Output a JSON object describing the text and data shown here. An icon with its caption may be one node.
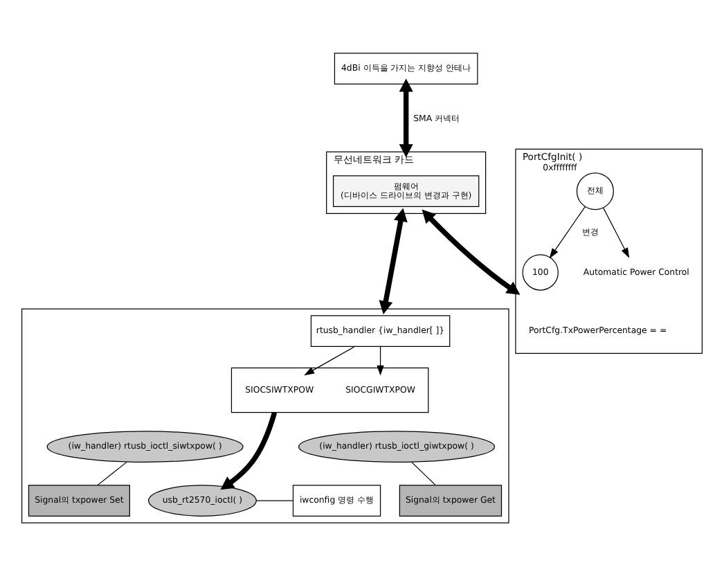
{
  "diagram": {
    "nodes": [
      {
        "text": [
          "4dBi 이득을 가지는 지향성 안테나"
        ]
      },
      {
        "text": [
          "무선네트워크 카드"
        ]
      },
      {
        "text": [
          "펌웨어",
          "(디바이스 드라이브의 변경과 구현)"
        ],
        "in": 1
      },
      {
        "text": [
          "PortCfgInit( )"
        ]
      },
      {
        "text": [
          "PortCfg.TxPowerPercentage = ="
        ],
        "in": 3
      },
      {
        "text": [
          "전체"
        ],
        "beside": [
          "0xffffffff"
        ],
        "in": 3
      },
      {
        "text": [
          "100"
        ],
        "in": 3
      },
      {
        "text": [
          "Automatic Power Control"
        ],
        "in": 3
      },
      {
        "text": [],
        "shape": "box"
      },
      {
        "text": [
          "rtusb_handler {iw_handler[ ]}"
        ],
        "in": 8
      },
      {
        "text": [],
        "shape": "box",
        "in": 8
      },
      {
        "text": [
          "SIOCSIWTXPOW"
        ],
        "in": 10
      },
      {
        "text": [
          "SIOCGIWTXPOW"
        ],
        "in": 10
      },
      {
        "text": [
          "(iw_handler) rtusb_ioctl_siwtxpow( )"
        ],
        "in": 8
      },
      {
        "text": [
          "(iw_handler) rtusb_ioctl_giwtxpow( )"
        ],
        "in": 8
      },
      {
        "text": [
          "usb_rt2570_ioctl( )"
        ],
        "in": 8
      },
      {
        "text": [
          "iwconfig 명령 수행"
        ],
        "in": 8
      },
      {
        "text": [
          "Signal의 txpower Set"
        ],
        "in": 8
      },
      {
        "text": [
          "Signal의 txpower Get"
        ],
        "in": 8
      }
    ],
    "edges": [
      {
        "from": 0,
        "to": 1,
        "arrow": "both",
        "label": "SMA 커넥터",
        "style": "thick"
      },
      {
        "from": 1,
        "to": 3,
        "arrow": "both",
        "style": "thick"
      },
      {
        "from": 1,
        "to": 8,
        "arrow": "both",
        "style": "thick"
      },
      {
        "from": 5,
        "to": 6,
        "arrow": "to",
        "label": "변경"
      },
      {
        "from": 5,
        "to": 7,
        "arrow": "to"
      },
      {
        "from": 9,
        "to": 11,
        "arrow": "to"
      },
      {
        "from": 9,
        "to": 12,
        "arrow": "to"
      },
      {
        "from": 10,
        "to": 15,
        "arrow": "to",
        "style": "thick"
      },
      {
        "from": 15,
        "to": 16,
        "arrow": "none"
      },
      {
        "from": 13,
        "to": 17,
        "arrow": "none"
      },
      {
        "from": 14,
        "to": 18,
        "arrow": "none"
      }
    ]
  }
}
